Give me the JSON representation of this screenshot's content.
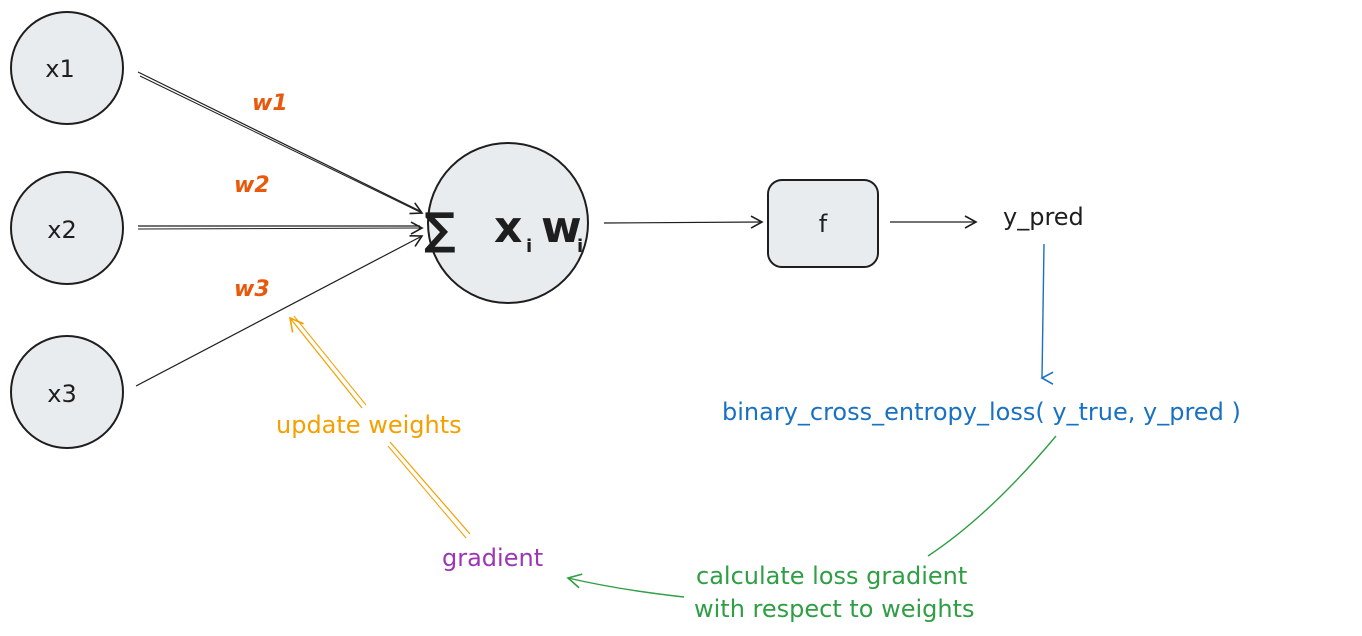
{
  "inputs": [
    {
      "label": "x1"
    },
    {
      "label": "x2"
    },
    {
      "label": "x3"
    }
  ],
  "weights": [
    "w1",
    "w2",
    "w3"
  ],
  "sum_node": {
    "sigma": "∑",
    "x": "x",
    "w": "w",
    "sub_x": "i",
    "sub_w": "i"
  },
  "activation": {
    "label": "f"
  },
  "output": {
    "label": "y_pred"
  },
  "loss": {
    "label": "binary_cross_entropy_loss( y_true, y_pred )"
  },
  "gradient_step": {
    "line1": "calculate loss gradient",
    "line2": "with respect to weights"
  },
  "gradient": {
    "label": "gradient"
  },
  "update": {
    "label": "update weights"
  },
  "colors": {
    "node_fill": "#e9ecef",
    "stroke": "#1e1e1e",
    "weight": "#e8590c",
    "loss": "#1971c2",
    "green": "#2f9e44",
    "purple": "#9c36b5",
    "orange": "#f59f00"
  }
}
